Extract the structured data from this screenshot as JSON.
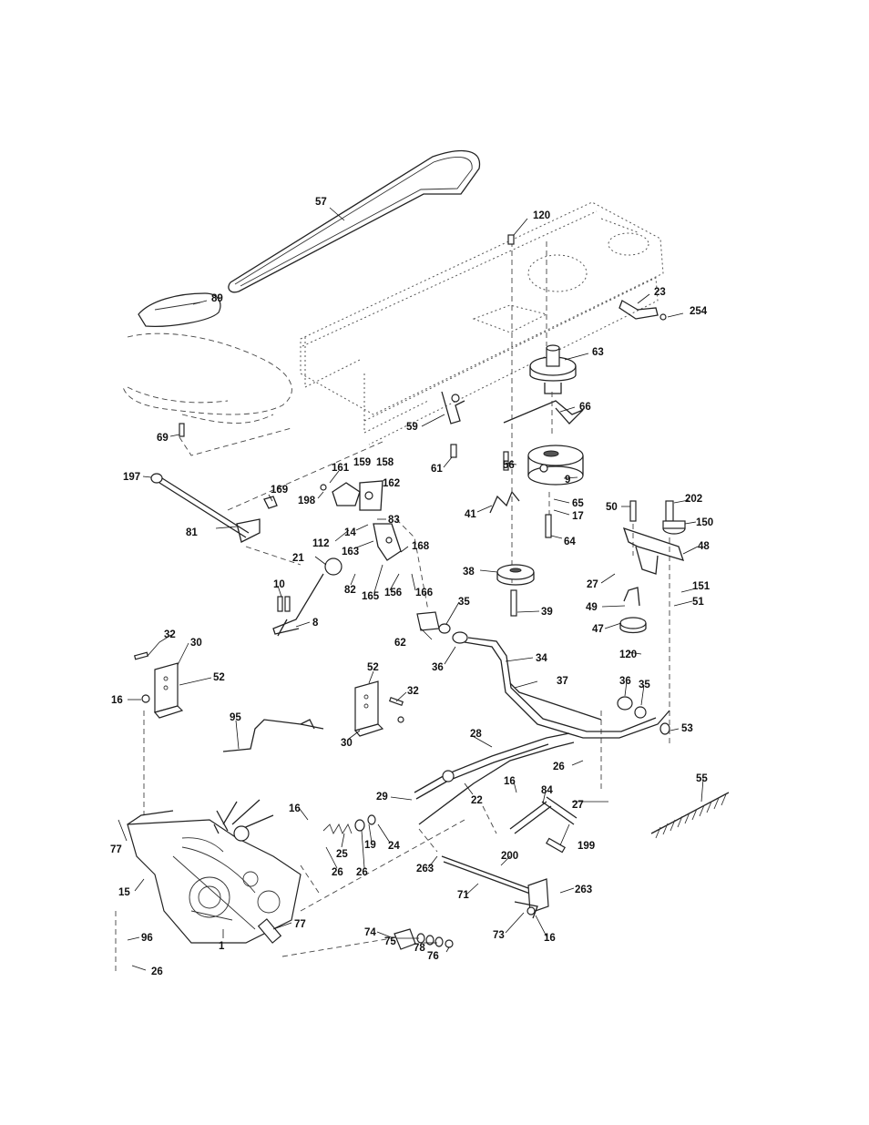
{
  "diagram": {
    "callouts": [
      {
        "id": "57",
        "text": "57"
      },
      {
        "id": "120a",
        "text": "120"
      },
      {
        "id": "89",
        "text": "89"
      },
      {
        "id": "23",
        "text": "23"
      },
      {
        "id": "254",
        "text": "254"
      },
      {
        "id": "63",
        "text": "63"
      },
      {
        "id": "66",
        "text": "66"
      },
      {
        "id": "59",
        "text": "59"
      },
      {
        "id": "69",
        "text": "69"
      },
      {
        "id": "61",
        "text": "61"
      },
      {
        "id": "56",
        "text": "56"
      },
      {
        "id": "9",
        "text": "9"
      },
      {
        "id": "197",
        "text": "197"
      },
      {
        "id": "161",
        "text": "161"
      },
      {
        "id": "159",
        "text": "159"
      },
      {
        "id": "158",
        "text": "158"
      },
      {
        "id": "162",
        "text": "162"
      },
      {
        "id": "169",
        "text": "169"
      },
      {
        "id": "198",
        "text": "198"
      },
      {
        "id": "65",
        "text": "65"
      },
      {
        "id": "17",
        "text": "17"
      },
      {
        "id": "41",
        "text": "41"
      },
      {
        "id": "50",
        "text": "50"
      },
      {
        "id": "202",
        "text": "202"
      },
      {
        "id": "150",
        "text": "150"
      },
      {
        "id": "112",
        "text": "112"
      },
      {
        "id": "14",
        "text": "14"
      },
      {
        "id": "83",
        "text": "83"
      },
      {
        "id": "81",
        "text": "81"
      },
      {
        "id": "64",
        "text": "64"
      },
      {
        "id": "163",
        "text": "163"
      },
      {
        "id": "48",
        "text": "48"
      },
      {
        "id": "168",
        "text": "168"
      },
      {
        "id": "21",
        "text": "21"
      },
      {
        "id": "27a",
        "text": "27"
      },
      {
        "id": "38",
        "text": "38"
      },
      {
        "id": "151",
        "text": "151"
      },
      {
        "id": "10",
        "text": "10"
      },
      {
        "id": "82",
        "text": "82"
      },
      {
        "id": "165",
        "text": "165"
      },
      {
        "id": "156",
        "text": "156"
      },
      {
        "id": "166",
        "text": "166"
      },
      {
        "id": "51",
        "text": "51"
      },
      {
        "id": "49",
        "text": "49"
      },
      {
        "id": "35a",
        "text": "35"
      },
      {
        "id": "39",
        "text": "39"
      },
      {
        "id": "8",
        "text": "8"
      },
      {
        "id": "47",
        "text": "47"
      },
      {
        "id": "32a",
        "text": "32"
      },
      {
        "id": "62",
        "text": "62"
      },
      {
        "id": "30a",
        "text": "30"
      },
      {
        "id": "34",
        "text": "34"
      },
      {
        "id": "36a",
        "text": "36"
      },
      {
        "id": "120b",
        "text": "120"
      },
      {
        "id": "52a",
        "text": "52"
      },
      {
        "id": "52b",
        "text": "52"
      },
      {
        "id": "37",
        "text": "37"
      },
      {
        "id": "16a",
        "text": "16"
      },
      {
        "id": "32b",
        "text": "32"
      },
      {
        "id": "36b",
        "text": "36"
      },
      {
        "id": "35b",
        "text": "35"
      },
      {
        "id": "95",
        "text": "95"
      },
      {
        "id": "53",
        "text": "53"
      },
      {
        "id": "30b",
        "text": "30"
      },
      {
        "id": "28",
        "text": "28"
      },
      {
        "id": "26a",
        "text": "26"
      },
      {
        "id": "55",
        "text": "55"
      },
      {
        "id": "16b",
        "text": "16"
      },
      {
        "id": "29",
        "text": "29"
      },
      {
        "id": "22",
        "text": "22"
      },
      {
        "id": "84",
        "text": "84"
      },
      {
        "id": "27b",
        "text": "27"
      },
      {
        "id": "16c",
        "text": "16"
      },
      {
        "id": "77a",
        "text": "77"
      },
      {
        "id": "25",
        "text": "25"
      },
      {
        "id": "19",
        "text": "19"
      },
      {
        "id": "24",
        "text": "24"
      },
      {
        "id": "199",
        "text": "199"
      },
      {
        "id": "26b",
        "text": "26"
      },
      {
        "id": "26c",
        "text": "26"
      },
      {
        "id": "263a",
        "text": "263"
      },
      {
        "id": "200",
        "text": "200"
      },
      {
        "id": "15",
        "text": "15"
      },
      {
        "id": "71",
        "text": "71"
      },
      {
        "id": "263b",
        "text": "263"
      },
      {
        "id": "77b",
        "text": "77"
      },
      {
        "id": "74",
        "text": "74"
      },
      {
        "id": "75",
        "text": "75"
      },
      {
        "id": "78",
        "text": "78"
      },
      {
        "id": "76",
        "text": "76"
      },
      {
        "id": "73",
        "text": "73"
      },
      {
        "id": "16d",
        "text": "16"
      },
      {
        "id": "96",
        "text": "96"
      },
      {
        "id": "1",
        "text": "1"
      },
      {
        "id": "26d",
        "text": "26"
      }
    ]
  }
}
